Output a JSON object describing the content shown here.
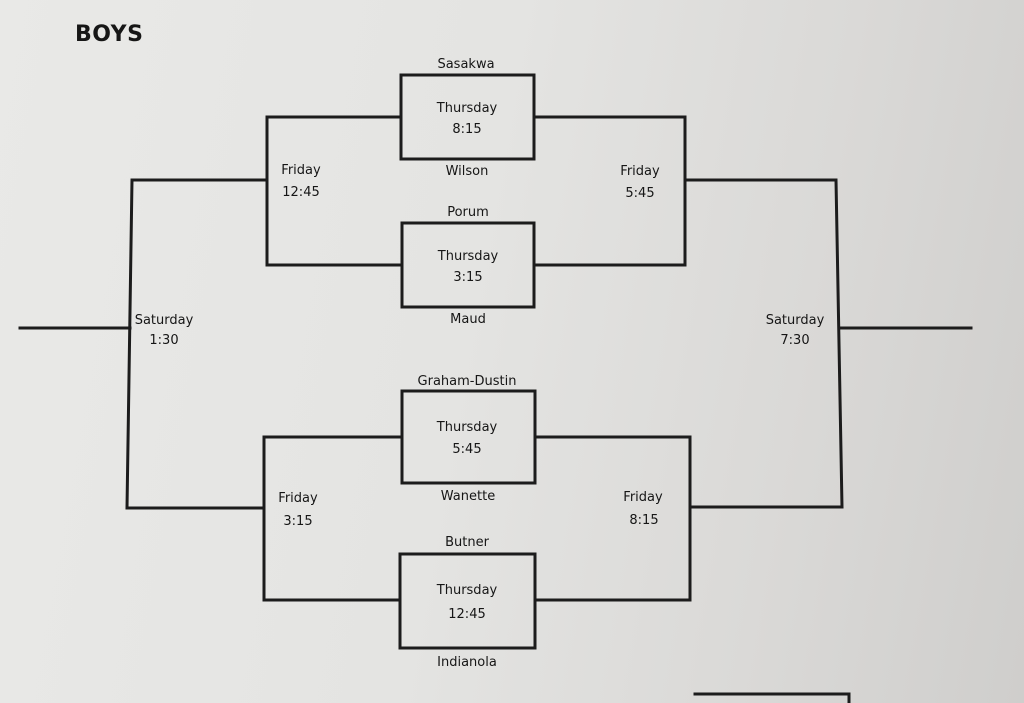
{
  "title": "BOYS",
  "games": {
    "thu1": {
      "day": "Thursday",
      "time": "8:15",
      "team_top": "Sasakwa",
      "team_bottom": "Wilson"
    },
    "thu2": {
      "day": "Thursday",
      "time": "3:15",
      "team_top": "Porum",
      "team_bottom": "Maud"
    },
    "thu3": {
      "day": "Thursday",
      "time": "5:45",
      "team_top": "Graham-Dustin",
      "team_bottom": "Wanette"
    },
    "thu4": {
      "day": "Thursday",
      "time": "12:45",
      "team_top": "Butner",
      "team_bottom": "Indianola"
    },
    "fri_left_top": {
      "day": "Friday",
      "time": "12:45"
    },
    "fri_right_top": {
      "day": "Friday",
      "time": "5:45"
    },
    "fri_left_bottom": {
      "day": "Friday",
      "time": "3:15"
    },
    "fri_right_bottom": {
      "day": "Friday",
      "time": "8:15"
    },
    "sat_left": {
      "day": "Saturday",
      "time": "1:30"
    },
    "sat_right": {
      "day": "Saturday",
      "time": "7:30"
    }
  }
}
